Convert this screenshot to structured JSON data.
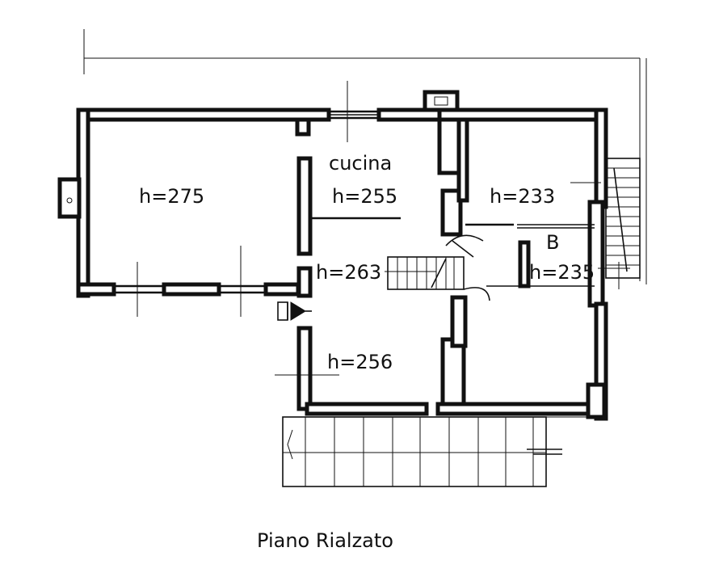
{
  "plan": {
    "title": "Piano Rialzato",
    "rooms": {
      "living": {
        "height": "h=275"
      },
      "kitchen": {
        "name": "cucina",
        "height": "h=255"
      },
      "bedroom": {
        "height": "h=233"
      },
      "bath": {
        "name": "B",
        "height": "h=235"
      },
      "hall": {
        "height": "h=263"
      },
      "lower_room": {
        "height": "h=256"
      }
    }
  }
}
